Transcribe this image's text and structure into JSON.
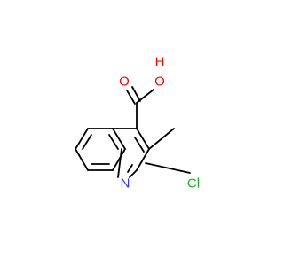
{
  "molecule": {
    "atoms": {
      "nitrogen": "N",
      "chlorine": "Cl",
      "oxygen_carbonyl": "O",
      "hydroxyl_oxygen": "O",
      "hydroxyl_hydrogen": "H"
    },
    "colors": {
      "nitrogen": "#3333ff",
      "chlorine": "#1fb01f",
      "oxygen": "#ff0000",
      "bond": "#000000"
    }
  }
}
